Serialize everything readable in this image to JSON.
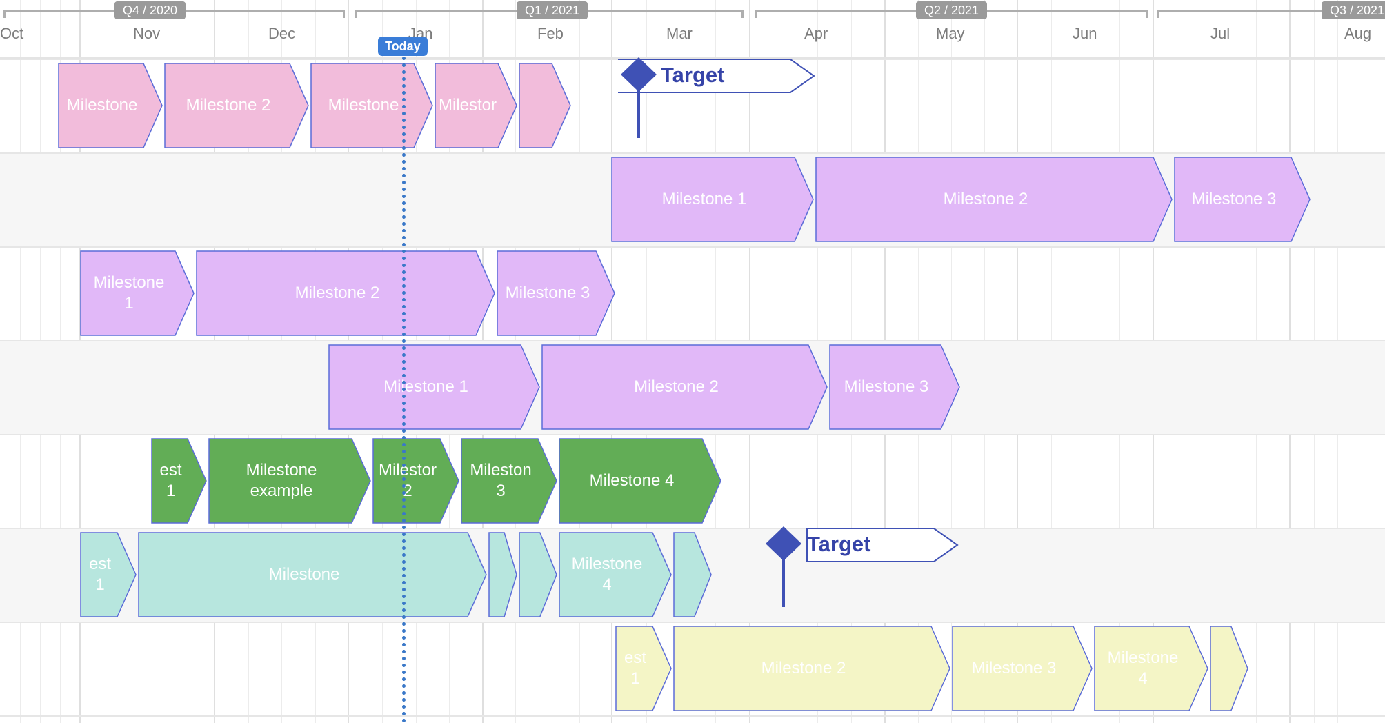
{
  "app": {
    "today_label": "Today",
    "target_label": "Target"
  },
  "timeline": {
    "quarters": [
      {
        "label": "Q4 / 2020"
      },
      {
        "label": "Q1 / 2021"
      },
      {
        "label": "Q2 / 2021"
      },
      {
        "label": "Q3 / 2021"
      }
    ],
    "months": [
      "Oct",
      "Nov",
      "Dec",
      "Jan",
      "Feb",
      "Mar",
      "Apr",
      "May",
      "Jun",
      "Jul",
      "Aug"
    ]
  },
  "colors": {
    "pink": "#f2bcdb",
    "purple": "#e1b8f8",
    "green": "#62ad56",
    "teal": "#b7e6de",
    "yellow": "#f4f5c6",
    "outline": "#5b6cd8",
    "today": "#3a7dd8",
    "target": "#3f51b5"
  },
  "rows": [
    {
      "color": "pink",
      "milestones": [
        {
          "label": "Milestone"
        },
        {
          "label": "Milestone 2"
        },
        {
          "label": "Milestone"
        },
        {
          "label": "Milestor"
        },
        {
          "label": ""
        }
      ]
    },
    {
      "color": "purple",
      "milestones": [
        {
          "label": "Milestone 1"
        },
        {
          "label": "Milestone 2"
        },
        {
          "label": "Milestone 3"
        }
      ]
    },
    {
      "color": "purple",
      "milestones": [
        {
          "label": "Milestone\n1"
        },
        {
          "label": "Milestone 2"
        },
        {
          "label": "Milestone 3"
        }
      ]
    },
    {
      "color": "purple",
      "milestones": [
        {
          "label": "Milestone 1"
        },
        {
          "label": "Milestone 2"
        },
        {
          "label": "Milestone 3"
        }
      ]
    },
    {
      "color": "green",
      "milestones": [
        {
          "label": "est\n1"
        },
        {
          "label": "Milestone\nexample"
        },
        {
          "label": "Milestor\n2"
        },
        {
          "label": "Mileston\n3"
        },
        {
          "label": "Milestone 4"
        }
      ]
    },
    {
      "color": "teal",
      "milestones": [
        {
          "label": "est\n1"
        },
        {
          "label": "Milestone"
        },
        {
          "label": ""
        },
        {
          "label": ""
        },
        {
          "label": "Milestone\n4"
        },
        {
          "label": ""
        }
      ]
    },
    {
      "color": "yellow",
      "milestones": [
        {
          "label": "est\n1"
        },
        {
          "label": "Milestone 2"
        },
        {
          "label": "Milestone 3"
        },
        {
          "label": "Milestone\n4"
        },
        {
          "label": ""
        }
      ]
    }
  ]
}
